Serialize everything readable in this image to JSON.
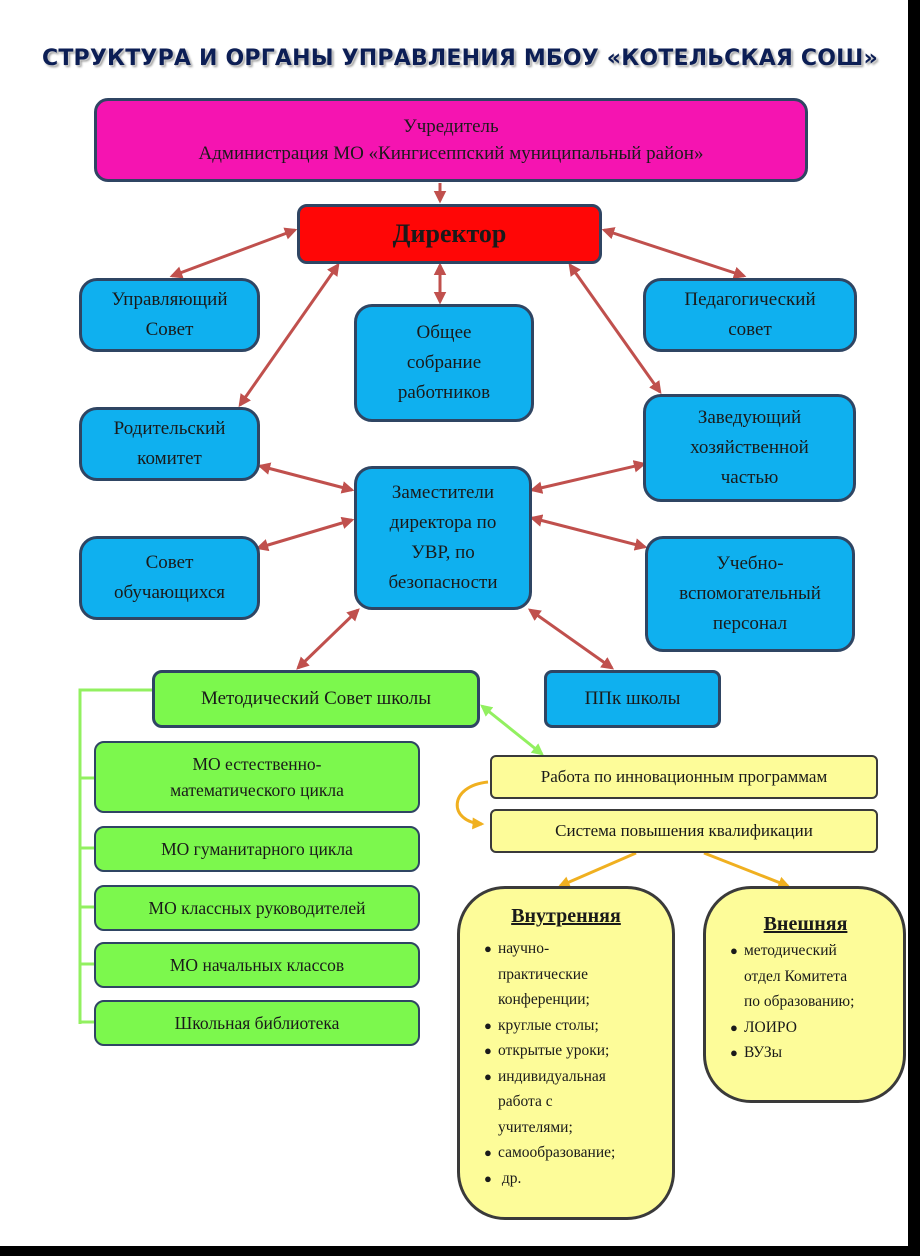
{
  "title": "СТРУКТУРА И ОРГАНЫ УПРАВЛЕНИЯ МБОУ «КОТЕЛЬСКАЯ СОШ»",
  "founder": {
    "line1": "Учредитель",
    "line2": "Администрация МО «Кингисеппский муниципальный район»"
  },
  "director": "Директор",
  "boxes": {
    "managing_council": {
      "line1": "Управляющий",
      "line2": "Совет"
    },
    "general_meeting": {
      "line1": "Общее",
      "line2": "собрание",
      "line3": "работников"
    },
    "pedagogical_council": {
      "line1": "Педагогический",
      "line2": "совет"
    },
    "parent_committee": {
      "line1": "Родительский",
      "line2": "комитет"
    },
    "household_head": {
      "line1": "Заведующий",
      "line2": "хозяйственной",
      "line3": "частью"
    },
    "deputies": {
      "line1": "Заместители",
      "line2": "директора по",
      "line3": "УВР, по",
      "line4": "безопасности"
    },
    "student_council": {
      "line1": "Совет",
      "line2": "обучающихся"
    },
    "support_staff": {
      "line1": "Учебно-",
      "line2": "вспомогательный",
      "line3": "персонал"
    },
    "methodical_council": "Методический Совет школы",
    "ppk": "ППк школы"
  },
  "mo_items": [
    {
      "line1": "МО естественно-",
      "line2": "математического цикла"
    },
    {
      "line1": "МО гуманитарного цикла"
    },
    {
      "line1": "МО классных руководителей"
    },
    {
      "line1": "МО начальных классов"
    },
    {
      "line1": "Школьная библиотека"
    }
  ],
  "innovation": "Работа по инновационным программам",
  "qualification": "Система повышения квалификации",
  "internal": {
    "heading": "Внутренняя",
    "items": [
      [
        "научно-",
        "практические",
        "конференции;"
      ],
      [
        "круглые столы;"
      ],
      [
        "открытые уроки;"
      ],
      [
        "индивидуальная",
        "работа с",
        "учителями;"
      ],
      [
        "самообразование;"
      ],
      [
        " др."
      ]
    ]
  },
  "external": {
    "heading": "Внешняя",
    "items": [
      [
        "методический",
        "отдел Комитета",
        "по образованию;"
      ],
      [
        "ЛОИРО"
      ],
      [
        "ВУЗы"
      ]
    ]
  },
  "colors": {
    "founder": "#f514b1",
    "director": "#ff0606",
    "blue_box": "#0fb0ef",
    "green_box": "#7cf84d",
    "yellow_box": "#fdfc99",
    "arrow_red": "#c0504d",
    "arrow_green": "#92f060",
    "arrow_orange": "#f0b020"
  }
}
